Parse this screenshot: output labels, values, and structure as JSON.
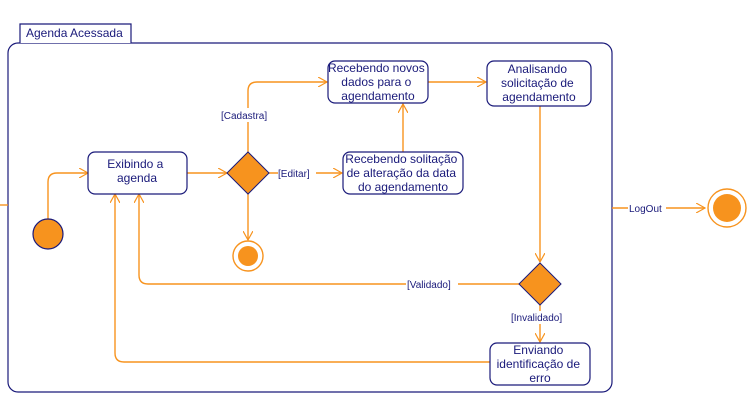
{
  "frame": {
    "title": "Agenda Acessada"
  },
  "nodes": {
    "exibindo": {
      "lines": [
        "Exibindo a",
        "agenda"
      ]
    },
    "recebendo_novos": {
      "lines": [
        "Recebendo novos",
        "dados para o",
        "agendamento"
      ]
    },
    "analisando": {
      "lines": [
        "Analisando",
        "solicitação de",
        "agendamento"
      ]
    },
    "recebendo_solicitacao": {
      "lines": [
        "Recebendo solitação",
        "de alteração da data",
        "do agendamento"
      ]
    },
    "enviando": {
      "lines": [
        "Enviando",
        "identificação de",
        "erro"
      ]
    }
  },
  "edges": {
    "cadastra": "[Cadastra]",
    "editar": "[Editar]",
    "validado": "[Validado]",
    "invalidado": "[Invalidado]",
    "logout": "LogOut"
  },
  "colors": {
    "stroke": "#1a1a7a",
    "accent": "#f7931e",
    "fill": "#ffffff"
  }
}
